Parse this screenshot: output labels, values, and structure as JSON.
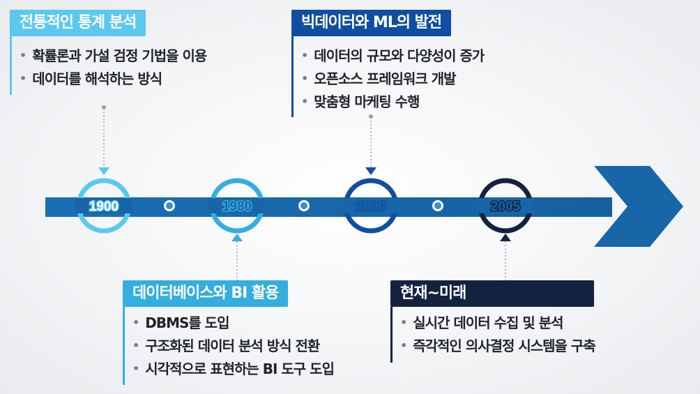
{
  "milestones": [
    {
      "year": "1900",
      "title": "전통적인 통계 분석",
      "items": [
        "확률론과 가설 검정 기법을 이용",
        "데이터를 해석하는 방식"
      ]
    },
    {
      "year": "1980",
      "title": "데이터베이스와 BI 활용",
      "items": [
        "DBMS를 도입",
        "구조화된 데이터 분석 방식 전환",
        "시각적으로 표현하는 BI 도구 도입"
      ]
    },
    {
      "year": "2000",
      "title": "빅데이터와 ML의 발전",
      "items": [
        "데이터의 규모와 다양성이 증가",
        "오픈소스 프레임워크 개발",
        "맞춤형 마케팅 수행"
      ]
    },
    {
      "year": "2005",
      "title": "현재~미래",
      "items": [
        "실시간 데이터 수집 및 분석",
        "즉각적인 의사결정 시스템을 구축"
      ]
    }
  ],
  "colors": {
    "arrow": "#1865a8",
    "milestone_1900": "#5bc8ee",
    "milestone_1980": "#33aede",
    "milestone_2000": "#0f4ea0",
    "milestone_2005": "#14223f",
    "bullet_text": "#1f2329"
  }
}
